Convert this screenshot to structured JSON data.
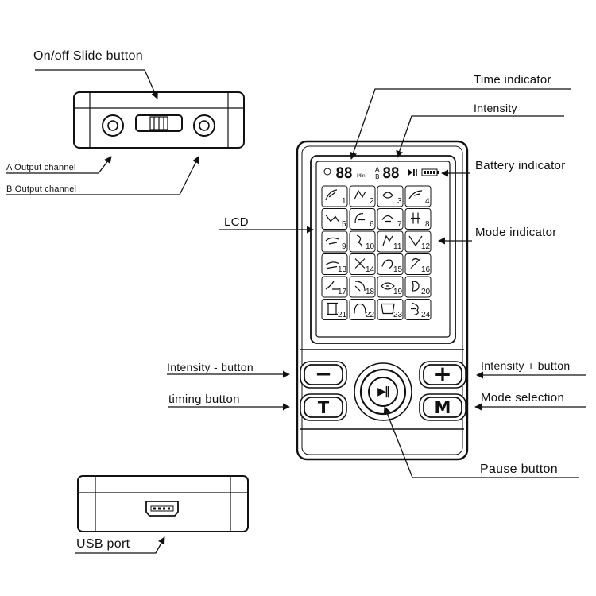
{
  "labels": {
    "on_off": "On/off Slide button",
    "a_output": "A Output channel",
    "b_output": "B Output channel",
    "time_indicator": "Time indicator",
    "intensity": "Intensity",
    "battery_indicator": "Battery indicator",
    "lcd": "LCD",
    "mode_indicator": "Mode indicator",
    "intensity_minus": "Intensity - button",
    "intensity_plus": "Intensity + button",
    "timing_button": "timing button",
    "mode_selection": "Mode selection",
    "pause_button": "Pause button",
    "usb_port": "USB port"
  },
  "lcd": {
    "time_digits": "88",
    "time_unit": "Min",
    "channel_a": "A",
    "channel_b": "B",
    "intensity_digits": "88"
  },
  "buttons": {
    "minus_glyph": "−",
    "plus_glyph": "+",
    "timing_glyph": "T",
    "mode_glyph": "M",
    "play_pause_glyph": "▶‖"
  },
  "mode_numbers": [
    "1",
    "2",
    "3",
    "4",
    "5",
    "6",
    "7",
    "8",
    "9",
    "10",
    "11",
    "12",
    "13",
    "14",
    "15",
    "16",
    "17",
    "18",
    "19",
    "20",
    "21",
    "22",
    "23",
    "24"
  ]
}
